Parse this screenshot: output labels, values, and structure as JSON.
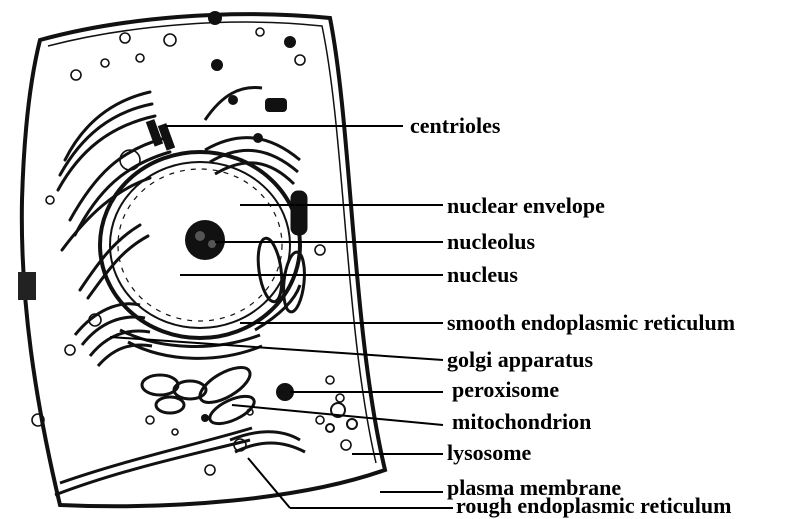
{
  "diagram": {
    "labels": {
      "centrioles": "centrioles",
      "nuclear_envelope": "nuclear envelope",
      "nucleolus": "nucleolus",
      "nucleus": "nucleus",
      "smooth_er": "smooth endoplasmic reticulum",
      "golgi": "golgi apparatus",
      "peroxisome": "peroxisome",
      "mitochondrion": "mitochondrion",
      "lysosome": "lysosome",
      "plasma_membrane": "plasma membrane",
      "rough_er": "rough endoplasmic reticulum"
    },
    "colors": {
      "ink": "#000000",
      "background": "#ffffff"
    }
  }
}
